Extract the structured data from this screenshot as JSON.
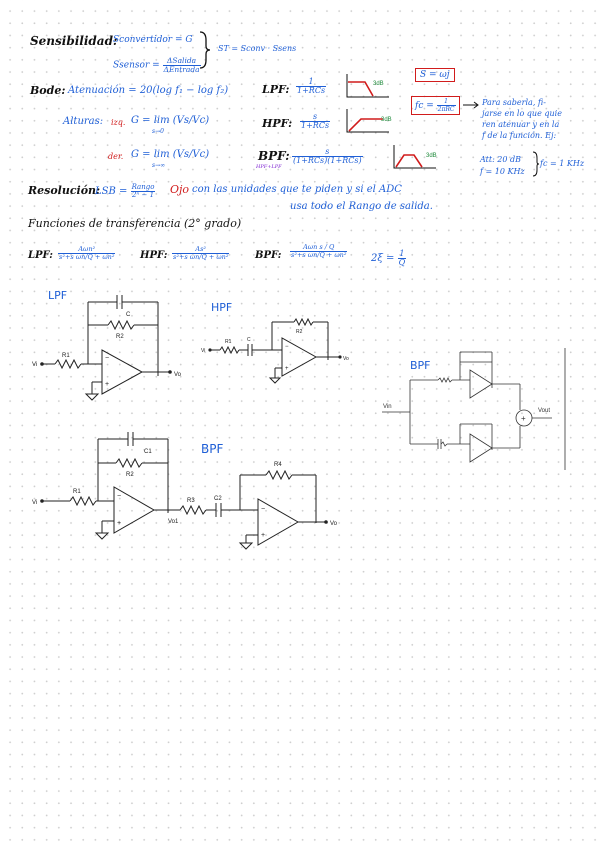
{
  "colors": {
    "ink": "#111111",
    "blue": "#1f5fd6",
    "red": "#d11c1c",
    "green": "#1f8a3b",
    "purple": "#7b1fd1",
    "grid": "#cfcfcf"
  },
  "sensibilidad": {
    "label": "Sensibilidad:",
    "s_conv": "Sconvertidor = G",
    "s_sensor": "Ssensor =",
    "s_sensor_num": "ΔSalida",
    "s_sensor_den": "ΔEntrada",
    "st": "ST = Sconv · Ssens"
  },
  "bode": {
    "label": "Bode:",
    "atenuacion": "Atenuación = 20(log f₁ − log f₂)",
    "alturas": "Alturas:",
    "izq_tag": "izq.",
    "izq_formula": "G = lim (Vs/Vc)",
    "izq_sub": "s→0",
    "der_tag": "der.",
    "der_formula": "G = lim (Vs/Vc)",
    "der_sub": "s→∞"
  },
  "filters": {
    "lpf_label": "LPF:",
    "lpf_num": "1",
    "lpf_den": "1+RCs",
    "hpf_label": "HPF:",
    "hpf_num": "s",
    "hpf_den": "1+RCs",
    "bpf_label": "BPF:",
    "bpf_sub": "HPF+LPF",
    "bpf_num": "s",
    "bpf_den": "(1+RCs)(1+RCs)",
    "db_label": "3dB"
  },
  "side": {
    "s_jw": "S = ωj",
    "fc_label": "fc =",
    "fc_num": "1",
    "fc_den": "2πRC",
    "note_lines": [
      "Para saberla, fi-",
      "jarse en lo que quie",
      "ren atenuar y en la",
      "f de la función. Ej:"
    ],
    "att": "Att: 20 dB",
    "f": "f = 10 KHz",
    "fc_result": "fc = 1 KHz"
  },
  "resolucion": {
    "label": "Resolución:",
    "lsb": "LSB =",
    "lsb_num": "Rango",
    "lsb_den": "2ⁿ − 1",
    "ojo": "Ojo",
    "text1": "con las unidades que te piden y si el ADC",
    "text2": "usa todo el Rango de salida."
  },
  "transfer": {
    "title": "Funciones de transferencia (2° grado)",
    "lpf_label": "LPF:",
    "lpf_num": "Aωn²",
    "lpf_den": "s²+s ωn/Q + ωn²",
    "hpf_label": "HPF:",
    "hpf_num": "As²",
    "hpf_den": "s²+s ωn/Q + ωn²",
    "bpf_label": "BPF:",
    "bpf_num": "Aωn s / Q",
    "bpf_den": "s²+s ωn/Q + ωn²",
    "xi": "2ξ =",
    "xi_num": "1",
    "xi_den": "Q"
  },
  "circuits": {
    "lpf_title": "LPF",
    "hpf_title": "HPF",
    "bpf_title": "BPF",
    "bpf2_title": "BPF",
    "lpf": {
      "c": "C",
      "r2": "R2",
      "r1": "R1",
      "vi": "Vi",
      "vo": "Vo"
    },
    "hpf": {
      "r2": "R2",
      "r1": "R1",
      "c": "C",
      "vi": "Vi",
      "vo": "Vo"
    },
    "bpf": {
      "c1": "C1",
      "r2": "R2",
      "r1": "R1",
      "r3": "R3",
      "c2": "C2",
      "r4": "R4",
      "vi": "Vi",
      "vo1": "Vo1",
      "vo": "Vo"
    },
    "bpf_block": {
      "vin": "Vin",
      "vout": "Vout",
      "sum": "+"
    }
  }
}
